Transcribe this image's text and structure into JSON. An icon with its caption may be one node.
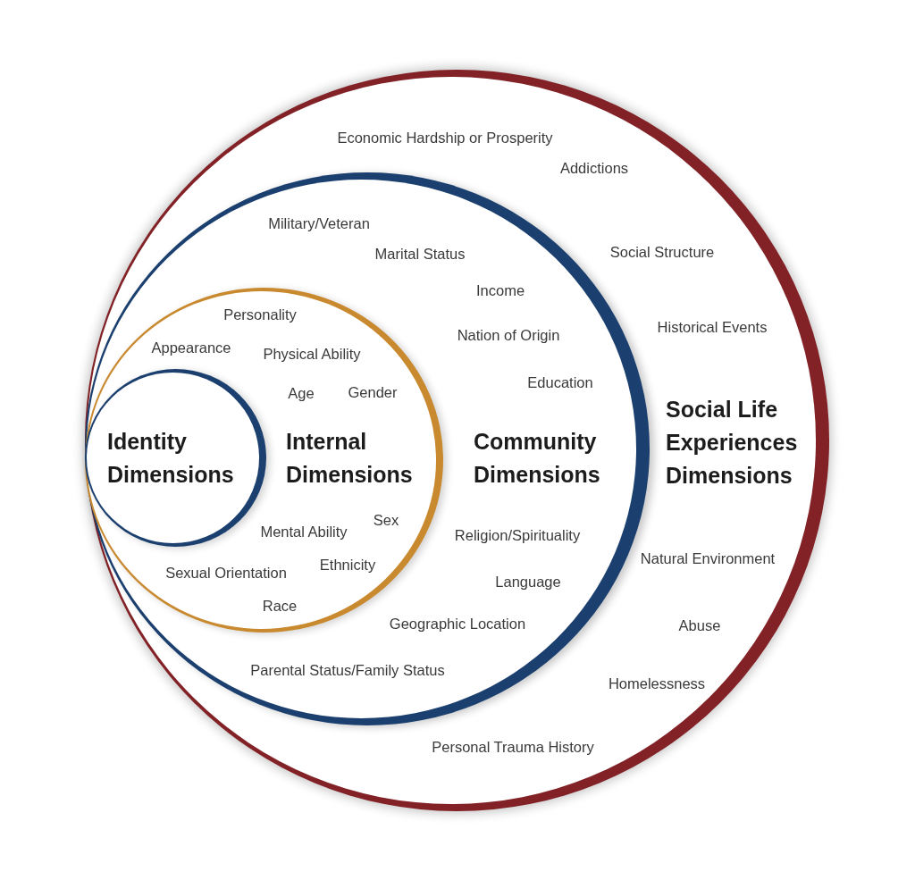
{
  "diagram": {
    "nodes": [
      {
        "text": [
          "Social Life Experiences Dimensions",
          "Economic Hardship or Prosperity",
          "Addictions",
          "Social Structure",
          "Historical Events",
          "Natural Environment",
          "Abuse",
          "Homelessness",
          "Personal Trauma History"
        ]
      },
      {
        "text": [
          "Community Dimensions",
          "Military/Veteran",
          "Marital Status",
          "Income",
          "Nation of Origin",
          "Education",
          "Religion/Spirituality",
          "Language",
          "Geographic Location",
          "Parental Status/Family Status"
        ],
        "in": 0
      },
      {
        "text": [
          "Internal Dimensions",
          "Personality",
          "Appearance",
          "Physical Ability",
          "Age",
          "Gender",
          "Sex",
          "Mental Ability",
          "Ethnicity",
          "Sexual Orientation",
          "Race"
        ],
        "in": 1
      },
      {
        "text": [
          "Identity Dimensions"
        ],
        "in": 2
      }
    ]
  }
}
